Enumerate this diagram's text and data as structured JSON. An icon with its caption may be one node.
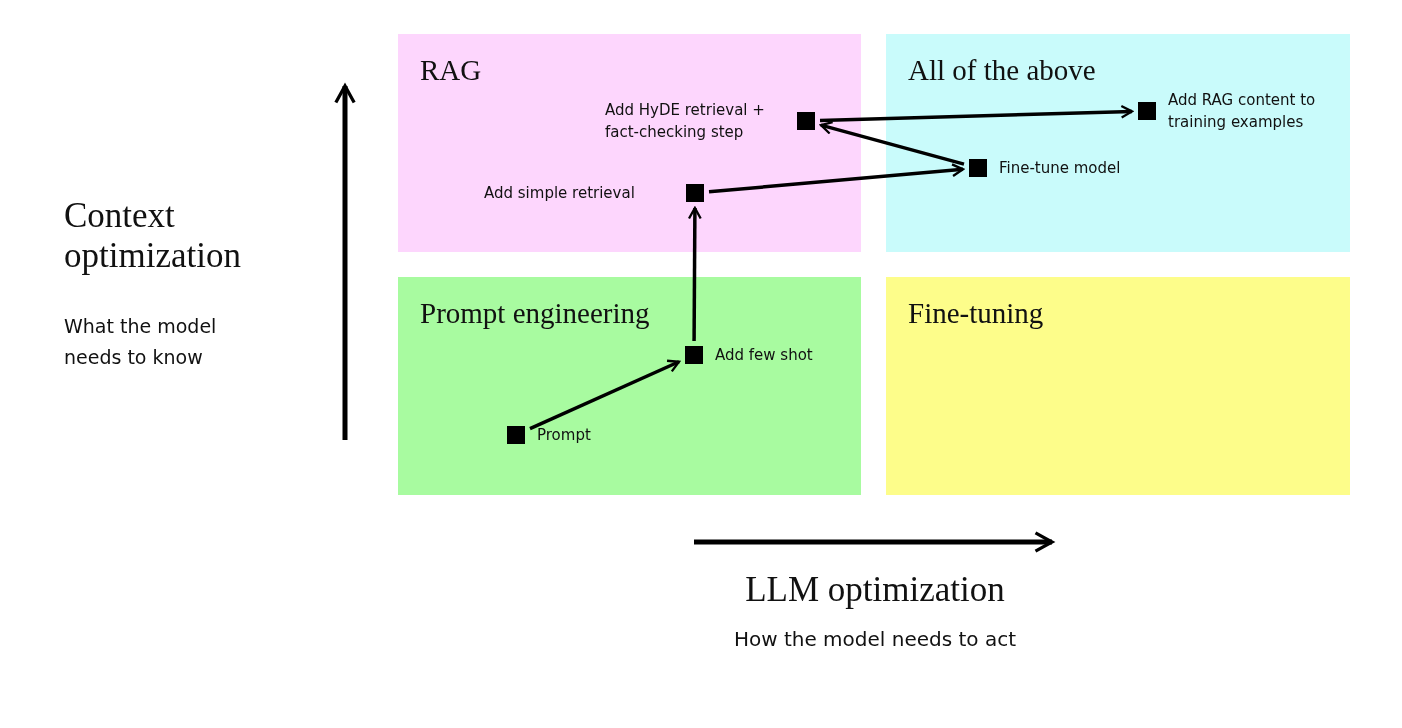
{
  "diagram": {
    "nodes": [
      {
        "text": [
          "RAG"
        ]
      },
      {
        "text": [
          "All of the above"
        ]
      },
      {
        "text": [
          "Prompt engineering"
        ]
      },
      {
        "text": [
          "Fine-tuning"
        ]
      },
      {
        "text": [],
        "shape": "box",
        "in": 0,
        "beside": [
          "Add HyDE retrieval + fact-checking step"
        ]
      },
      {
        "text": [],
        "shape": "box",
        "in": 1,
        "beside": [
          "Add RAG content to training examples"
        ]
      },
      {
        "text": [],
        "shape": "box",
        "in": 1,
        "beside": [
          "Fine-tune model"
        ]
      },
      {
        "text": [],
        "shape": "box",
        "in": 0,
        "beside": [
          "Add simple retrieval"
        ]
      },
      {
        "text": [],
        "shape": "box",
        "in": 2,
        "beside": [
          "Add few shot"
        ]
      },
      {
        "text": [],
        "shape": "box",
        "in": 2,
        "beside": [
          "Prompt"
        ]
      }
    ],
    "edges": [
      {
        "from": 9,
        "to": 8,
        "arrow": "to"
      },
      {
        "from": 8,
        "to": 7,
        "arrow": "to"
      },
      {
        "from": 7,
        "to": 6,
        "arrow": "to"
      },
      {
        "from": 6,
        "to": 4,
        "arrow": "to"
      },
      {
        "from": 4,
        "to": 5,
        "arrow": "to"
      }
    ],
    "labels": [
      "Context optimization",
      "What the model needs to know",
      "LLM optimization",
      "How the model needs to act"
    ]
  }
}
